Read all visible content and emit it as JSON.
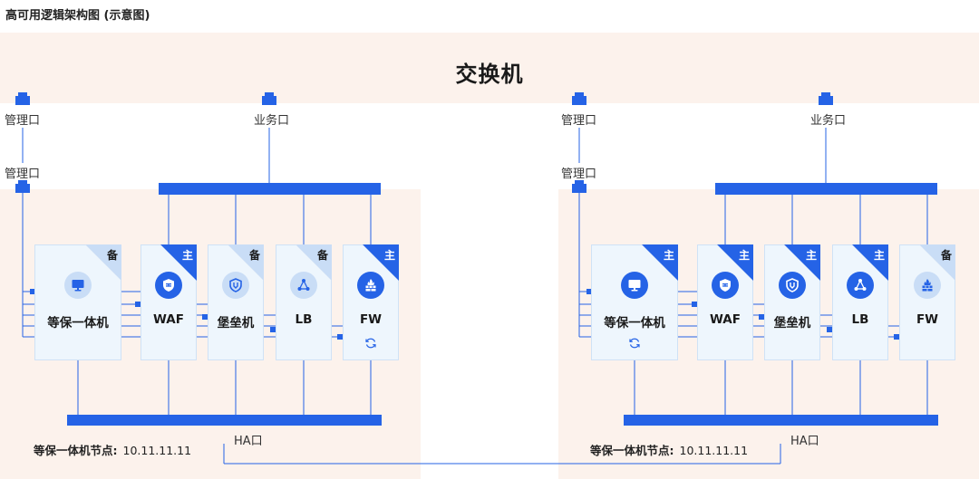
{
  "title": "高可用逻辑架构图 (示意图)",
  "switch": {
    "label": "交换机"
  },
  "colors": {
    "accent": "#2563e6",
    "band": "#fcf2ec",
    "card": "#eef6fd",
    "soft_badge": "#c9ddf6"
  },
  "nodes": [
    {
      "mgmt_top_label": "管理口",
      "mgmt_bottom_label": "管理口",
      "business_label": "业务口",
      "ha_label": "HA口",
      "node_info": {
        "label": "等保一体机节点:",
        "ip": "10.11.11.11"
      },
      "devices": [
        {
          "name": "等保一体机",
          "role": "备",
          "icon": "monitor-icon",
          "sync": false
        },
        {
          "name": "WAF",
          "role": "主",
          "icon": "waf-shield-icon",
          "sync": false
        },
        {
          "name": "堡垒机",
          "role": "备",
          "icon": "bastion-shield-icon",
          "sync": false
        },
        {
          "name": "LB",
          "role": "备",
          "icon": "load-balancer-icon",
          "sync": false
        },
        {
          "name": "FW",
          "role": "主",
          "icon": "firewall-icon",
          "sync": true
        }
      ]
    },
    {
      "mgmt_top_label": "管理口",
      "mgmt_bottom_label": "管理口",
      "business_label": "业务口",
      "ha_label": "HA口",
      "node_info": {
        "label": "等保一体机节点:",
        "ip": "10.11.11.11"
      },
      "devices": [
        {
          "name": "等保一体机",
          "role": "主",
          "icon": "monitor-icon",
          "sync": true
        },
        {
          "name": "WAF",
          "role": "主",
          "icon": "waf-shield-icon",
          "sync": false
        },
        {
          "name": "堡垒机",
          "role": "主",
          "icon": "bastion-shield-icon",
          "sync": false
        },
        {
          "name": "LB",
          "role": "主",
          "icon": "load-balancer-icon",
          "sync": false
        },
        {
          "name": "FW",
          "role": "备",
          "icon": "firewall-icon",
          "sync": false
        }
      ]
    }
  ]
}
